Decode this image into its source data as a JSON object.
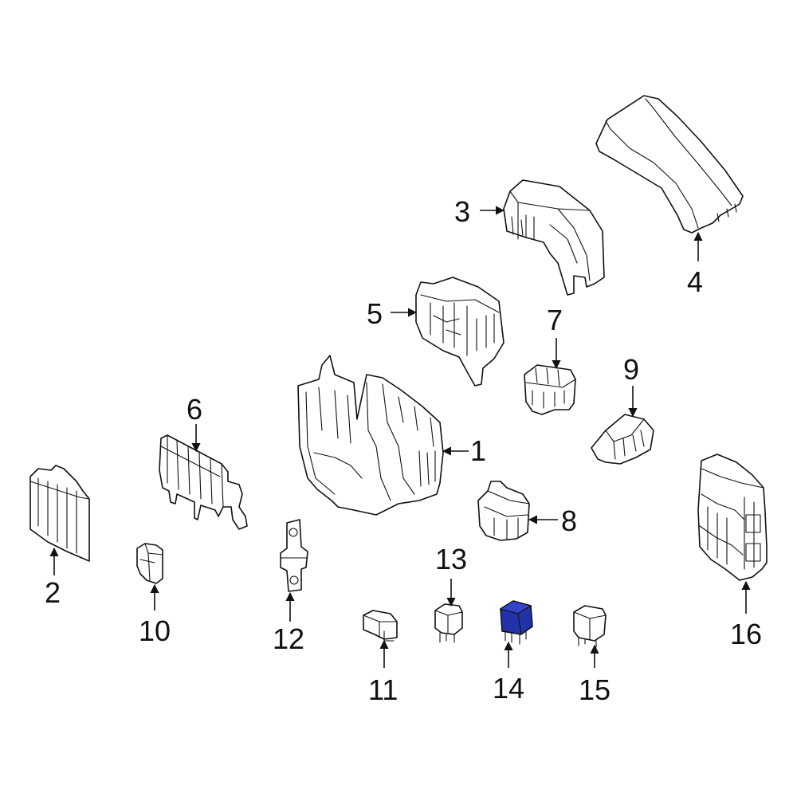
{
  "diagram": {
    "callouts": [
      {
        "id": "1",
        "text": "1"
      },
      {
        "id": "2",
        "text": "2"
      },
      {
        "id": "3",
        "text": "3"
      },
      {
        "id": "4",
        "text": "4"
      },
      {
        "id": "5",
        "text": "5"
      },
      {
        "id": "6",
        "text": "6"
      },
      {
        "id": "7",
        "text": "7"
      },
      {
        "id": "8",
        "text": "8"
      },
      {
        "id": "9",
        "text": "9"
      },
      {
        "id": "10",
        "text": "10"
      },
      {
        "id": "11",
        "text": "11"
      },
      {
        "id": "12",
        "text": "12"
      },
      {
        "id": "13",
        "text": "13"
      },
      {
        "id": "14",
        "text": "14"
      },
      {
        "id": "15",
        "text": "15"
      },
      {
        "id": "16",
        "text": "16"
      }
    ],
    "highlight_part": "14",
    "colors": {
      "line": "#111111",
      "background": "#ffffff",
      "highlight_fill": "#2233aa",
      "highlight_top": "#3344cc"
    }
  }
}
